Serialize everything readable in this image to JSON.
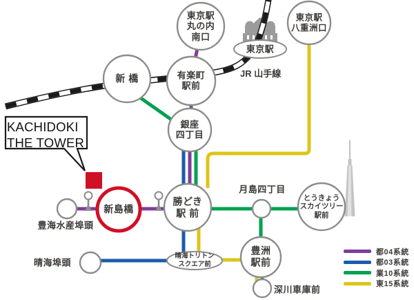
{
  "title": "KACHIDOKI THE TOWER bus route map",
  "callout": {
    "label": "KACHIDOKI\nTHE TOWER"
  },
  "jr_line_label": "JR 山手線",
  "stations": {
    "tokyo_marunouchi": {
      "label": "東京駅\n丸の内\n南口"
    },
    "tokyo_yaesu": {
      "label": "東京駅\n八重洲口"
    },
    "tokyo": {
      "label": "東京駅"
    },
    "shimbashi": {
      "label": "新 橋"
    },
    "yurakucho": {
      "label": "有楽町\n駅前"
    },
    "ginza": {
      "label": "銀座\n四丁目"
    },
    "kachidoki": {
      "label": "勝どき\n駅 前"
    },
    "tsukishima": {
      "label": "月島四丁目"
    },
    "skytree": {
      "label": "とうきょう\nスカイツリー\n駅前"
    },
    "niijimabashi": {
      "label": "新島橋"
    },
    "toyomi": {
      "label": "豊海水産埠頭"
    },
    "harumi": {
      "label": "晴海埠頭"
    },
    "triton": {
      "label": "晴海トリトン\nスクエア前"
    },
    "toyosu": {
      "label": "豊洲\n駅前"
    },
    "fukagawa": {
      "label": "深川車庫前"
    }
  },
  "legend": [
    {
      "label": "都04系統",
      "color": "#7d3f98"
    },
    {
      "label": "都03系統",
      "color": "#1c5caa"
    },
    {
      "label": "業10系統",
      "color": "#00a152"
    },
    {
      "label": "東15系統",
      "color": "#ddc51b"
    }
  ],
  "colors": {
    "red": "#cf1126",
    "rail": "#1a1a1a",
    "circle_stroke": "#8c8c8c",
    "icon_gray": "#9b9b9b",
    "skytree_gray": "#c4c4c4",
    "text": "#3e3a39"
  }
}
